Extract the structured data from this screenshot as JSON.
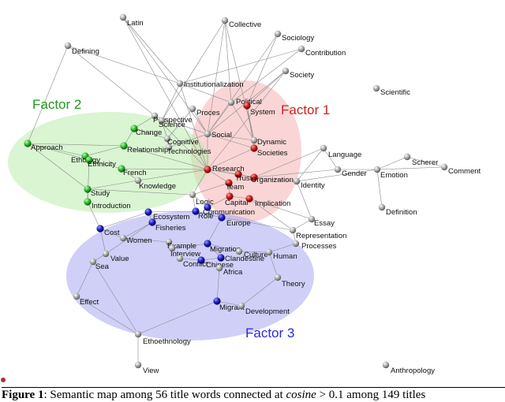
{
  "factors": [
    {
      "id": "f1",
      "label": "Factor 1",
      "color": "#cc2222",
      "fill": "#f5b3b3"
    },
    {
      "id": "f2",
      "label": "Factor 2",
      "color": "#1f9a1f",
      "fill": "#b9ecab"
    },
    {
      "id": "f3",
      "label": "Factor 3",
      "color": "#2a2ad6",
      "fill": "#a8a8f2"
    }
  ],
  "node_colors": {
    "gray": "#9c9c9c",
    "red": "#c41a1a",
    "green": "#2bb52b",
    "blue": "#1c1cc0"
  },
  "nodes": [
    {
      "id": "latin",
      "label": "Latin",
      "group": "gray"
    },
    {
      "id": "defining",
      "label": "Defining",
      "group": "gray"
    },
    {
      "id": "collective",
      "label": "Collective",
      "group": "gray"
    },
    {
      "id": "sociology",
      "label": "Sociology",
      "group": "gray"
    },
    {
      "id": "contribution",
      "label": "Contribution",
      "group": "gray"
    },
    {
      "id": "society",
      "label": "Society",
      "group": "gray"
    },
    {
      "id": "scientific",
      "label": "Scientific",
      "group": "gray"
    },
    {
      "id": "institutionalization",
      "label": "Institutionalization",
      "group": "gray"
    },
    {
      "id": "proces",
      "label": "Proces",
      "group": "gray"
    },
    {
      "id": "political",
      "label": "Political",
      "group": "gray"
    },
    {
      "id": "system",
      "label": "System",
      "group": "red"
    },
    {
      "id": "perspective",
      "label": "Perspective",
      "group": "gray"
    },
    {
      "id": "science",
      "label": "Science",
      "group": "gray"
    },
    {
      "id": "social",
      "label": "Social",
      "group": "gray"
    },
    {
      "id": "dynamic",
      "label": "Dynamic",
      "group": "gray"
    },
    {
      "id": "change",
      "label": "Change",
      "group": "green"
    },
    {
      "id": "cognitive",
      "label": "Cognitive",
      "group": "gray"
    },
    {
      "id": "relationship",
      "label": "Relationship",
      "group": "green"
    },
    {
      "id": "technologies",
      "label": "Technologies",
      "group": "gray"
    },
    {
      "id": "societies",
      "label": "Societies",
      "group": "red"
    },
    {
      "id": "approach",
      "label": "Approach",
      "group": "green"
    },
    {
      "id": "ethology",
      "label": "Ethology",
      "group": "green"
    },
    {
      "id": "ethnicity",
      "label": "Ethnicity",
      "group": "green"
    },
    {
      "id": "french",
      "label": "French",
      "group": "green"
    },
    {
      "id": "research",
      "label": "Research",
      "group": "red"
    },
    {
      "id": "trust",
      "label": "Trust",
      "group": "red"
    },
    {
      "id": "organization",
      "label": "Organization",
      "group": "red"
    },
    {
      "id": "language",
      "label": "Language",
      "group": "gray"
    },
    {
      "id": "scherer",
      "label": "Scherer",
      "group": "gray"
    },
    {
      "id": "comment",
      "label": "Comment",
      "group": "gray"
    },
    {
      "id": "gender",
      "label": "Gender",
      "group": "gray"
    },
    {
      "id": "emotion",
      "label": "Emotion",
      "group": "gray"
    },
    {
      "id": "identity",
      "label": "Identity",
      "group": "gray"
    },
    {
      "id": "knowledge",
      "label": "Knowledge",
      "group": "gray"
    },
    {
      "id": "team",
      "label": "Team",
      "group": "red"
    },
    {
      "id": "study",
      "label": "Study",
      "group": "green"
    },
    {
      "id": "logic",
      "label": "Logic",
      "group": "gray"
    },
    {
      "id": "capital",
      "label": "Capital",
      "group": "red"
    },
    {
      "id": "implication",
      "label": "Implication",
      "group": "red"
    },
    {
      "id": "introduction",
      "label": "Introduction",
      "group": "green"
    },
    {
      "id": "role",
      "label": "Role",
      "group": "blue"
    },
    {
      "id": "communication",
      "label": "Communication",
      "group": "blue"
    },
    {
      "id": "definition",
      "label": "Definition",
      "group": "gray"
    },
    {
      "id": "ecosystem",
      "label": "Ecosystem",
      "group": "blue"
    },
    {
      "id": "fisheries",
      "label": "Fisheries",
      "group": "blue"
    },
    {
      "id": "europe",
      "label": "Europe",
      "group": "blue"
    },
    {
      "id": "essay",
      "label": "Essay",
      "group": "gray"
    },
    {
      "id": "cost",
      "label": "Cost",
      "group": "blue"
    },
    {
      "id": "women",
      "label": "Women",
      "group": "gray"
    },
    {
      "id": "representation",
      "label": "Representation",
      "group": "gray"
    },
    {
      "id": "example",
      "label": "Example",
      "group": "gray"
    },
    {
      "id": "processes",
      "label": "Processes",
      "group": "gray"
    },
    {
      "id": "interview",
      "label": "Interview",
      "group": "gray"
    },
    {
      "id": "migration",
      "label": "Migration",
      "group": "blue"
    },
    {
      "id": "culture",
      "label": "Culture",
      "group": "gray"
    },
    {
      "id": "value",
      "label": "Value",
      "group": "gray"
    },
    {
      "id": "clandestine",
      "label": "Clandestine",
      "group": "blue"
    },
    {
      "id": "human",
      "label": "Human",
      "group": "gray"
    },
    {
      "id": "sea",
      "label": "Sea",
      "group": "gray"
    },
    {
      "id": "conflict",
      "label": "Conflict",
      "group": "gray"
    },
    {
      "id": "chinese",
      "label": "Chinese",
      "group": "blue"
    },
    {
      "id": "africa",
      "label": "Africa",
      "group": "gray"
    },
    {
      "id": "theory",
      "label": "Theory",
      "group": "gray"
    },
    {
      "id": "effect",
      "label": "Effect",
      "group": "gray"
    },
    {
      "id": "migrant",
      "label": "Migrant",
      "group": "blue"
    },
    {
      "id": "development",
      "label": "Development",
      "group": "gray"
    },
    {
      "id": "ethoethnology",
      "label": "Ethoethnology",
      "group": "gray"
    },
    {
      "id": "view",
      "label": "View",
      "group": "gray"
    },
    {
      "id": "anthropology",
      "label": "Anthropology",
      "group": "gray"
    }
  ],
  "caption": {
    "lead": "Figure 1",
    "text_before": ": Semantic map among 56 title words connected at ",
    "term": "cosine",
    "text_after": " > 0.1 among 149 titles"
  }
}
